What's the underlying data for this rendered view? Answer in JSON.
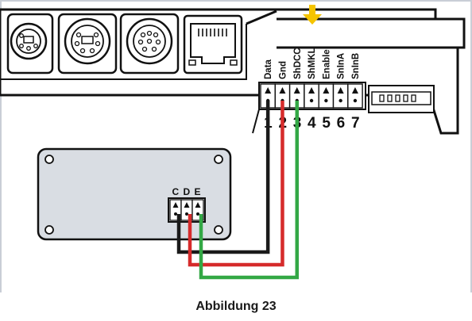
{
  "terminal": {
    "labels": [
      "Data",
      "Gnd",
      "ShDCC",
      "ShMKL",
      "Enable",
      "SnInA",
      "SnInB"
    ],
    "numbers": [
      "1",
      "2",
      "3",
      "4",
      "5",
      "6",
      "7"
    ]
  },
  "plug": {
    "letters": [
      "C",
      "D",
      "E"
    ]
  },
  "wires": [
    {
      "from_pin": "1",
      "to_plug": "C",
      "color": "#1a1a1a"
    },
    {
      "from_pin": "2",
      "to_plug": "D",
      "color": "#d62b2b"
    },
    {
      "from_pin": "3",
      "to_plug": "E",
      "color": "#33a845"
    }
  ],
  "arrow_color": "#f5c400",
  "panel_color": "#d9dde3",
  "caption": "Abbildung 23"
}
